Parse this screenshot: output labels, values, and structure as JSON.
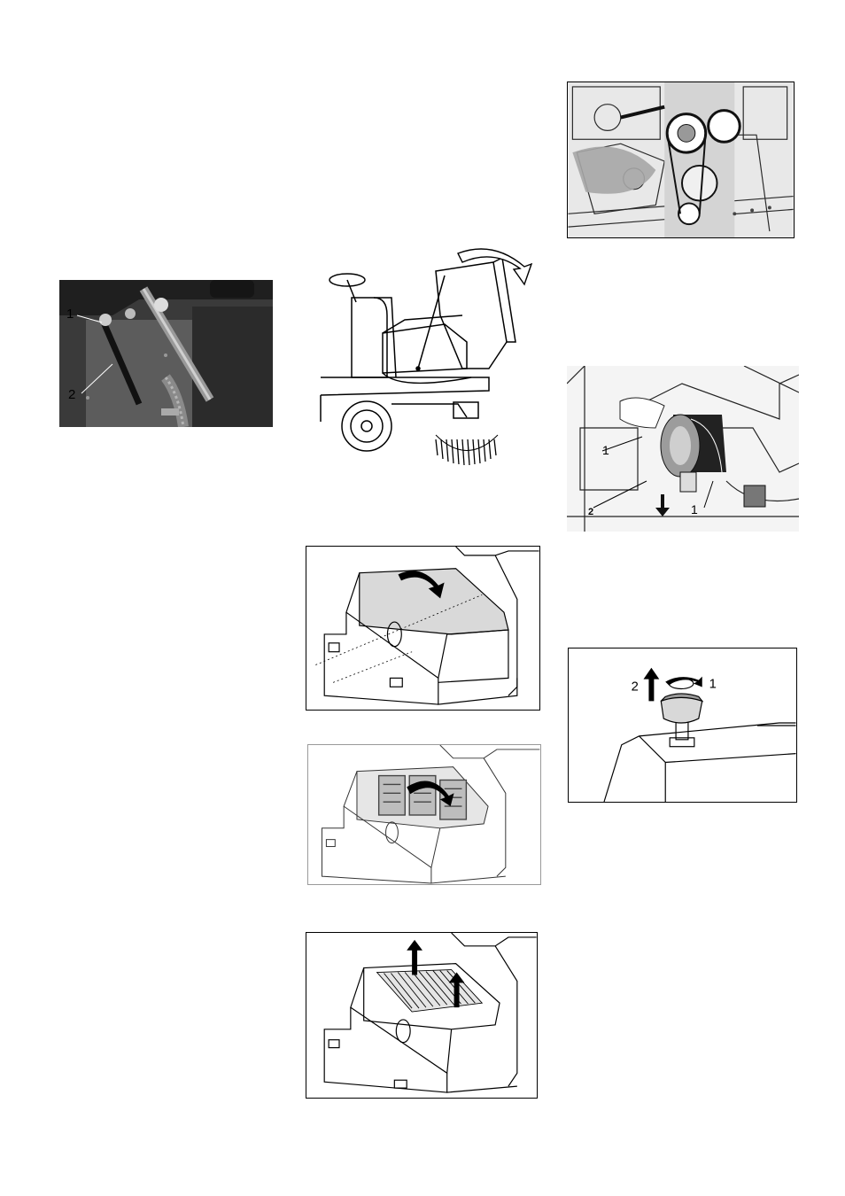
{
  "figures": {
    "lever_photo": {
      "callout_1": "1",
      "callout_2": "2"
    },
    "sweeper_hood_open": {},
    "engine_belt_photo": {},
    "air_filter_photo": {
      "callout_1a": "1",
      "callout_1b": "1",
      "callout_2": "2"
    },
    "cover_open": {},
    "filter_frame_lift": {},
    "filter_cartridges_remove": {},
    "filter_cap": {
      "callout_1": "1",
      "callout_2": "2"
    }
  },
  "colors": {
    "line": "#000000",
    "photo_dark": "#2a2a2a",
    "photo_mid": "#6f6f6f",
    "photo_light": "#bdbdbd"
  }
}
